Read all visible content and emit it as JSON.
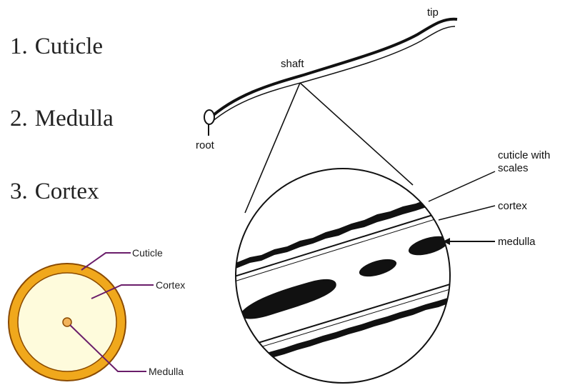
{
  "list": [
    {
      "number": "1.",
      "label": "Cuticle"
    },
    {
      "number": "2.",
      "label": "Medulla"
    },
    {
      "number": "3.",
      "label": "Cortex"
    }
  ],
  "cross_section": {
    "labels": {
      "cuticle": "Cuticle",
      "cortex": "Cortex",
      "medulla": "Medulla"
    },
    "colors": {
      "outer_ring": "#f0a81c",
      "inner_fill": "#fefbdc",
      "outline": "#8a4a00",
      "medulla": "#f2b35a",
      "callout": "#6a1d6a"
    }
  },
  "hair": {
    "labels": {
      "tip": "tip",
      "shaft": "shaft",
      "root": "root",
      "cuticle": "cuticle with scales",
      "cortex": "cortex",
      "medulla": "medulla"
    }
  }
}
